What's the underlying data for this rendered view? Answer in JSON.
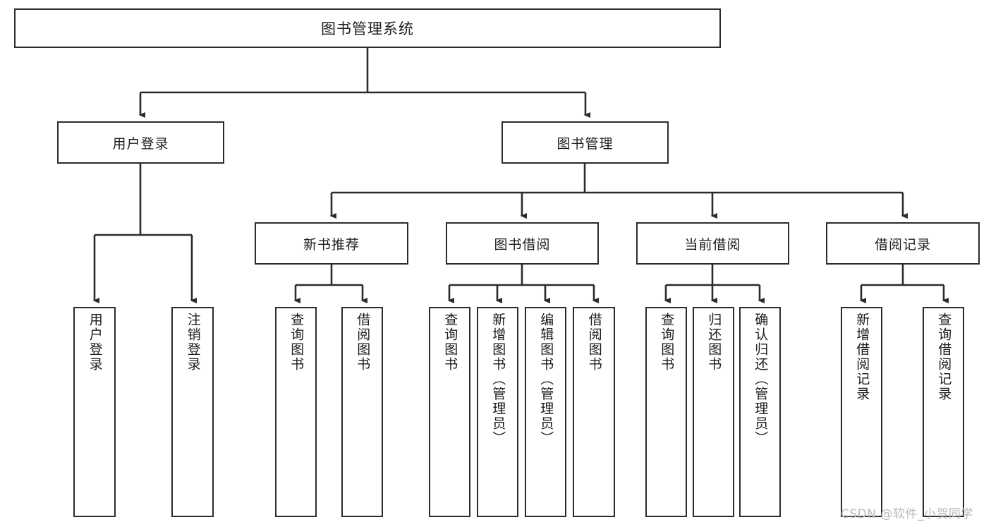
{
  "diagram": {
    "title": "图书管理系统",
    "root": {
      "label": "图书管理系统"
    },
    "level1": [
      {
        "label": "用户登录"
      },
      {
        "label": "图书管理"
      }
    ],
    "level2": [
      {
        "label": "新书推荐"
      },
      {
        "label": "图书借阅"
      },
      {
        "label": "当前借阅"
      },
      {
        "label": "借阅记录"
      }
    ],
    "leaves": [
      {
        "label": "用户登录"
      },
      {
        "label": "注销登录"
      },
      {
        "label": "查询图书"
      },
      {
        "label": "借阅图书"
      },
      {
        "label": "查询图书"
      },
      {
        "label": "新增图书（管理员）"
      },
      {
        "label": "编辑图书（管理员）"
      },
      {
        "label": "借阅图书"
      },
      {
        "label": "查询图书"
      },
      {
        "label": "归还图书"
      },
      {
        "label": "确认归还（管理员）"
      },
      {
        "label": "新增借阅记录"
      },
      {
        "label": "查询借阅记录"
      }
    ],
    "watermark": "CSDN @软件_小贺同学",
    "colors": {
      "stroke": "#2b2b2b",
      "fill": "#ffffff",
      "text": "#1c1c1c",
      "watermark": "#b9b9b9"
    }
  }
}
